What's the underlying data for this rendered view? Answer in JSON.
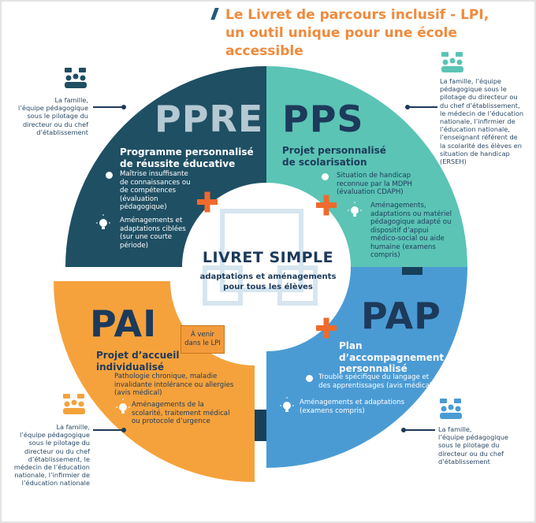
{
  "title": {
    "line1": "Le Livret de parcours inclusif - LPI,",
    "line2": "un outil unique pour une école accessible"
  },
  "colors": {
    "ppre": "#1f4f63",
    "pps": "#5bc4b5",
    "pai": "#f5a23c",
    "pap": "#4a9bd4",
    "plus": "#ef6a2d",
    "title": "#f08a3c"
  },
  "side_notes": {
    "top_left": {
      "icon": "people-discussion-icon",
      "lines": [
        "La famille,",
        "l’équipe pédagogique",
        "sous le pilotage du",
        "directeur ou du chef",
        "d’établissement"
      ]
    },
    "top_right": {
      "icon": "people-discussion-icon",
      "lines": [
        "La famille, l’équipe",
        "pédagogique sous le",
        "pilotage du directeur ou",
        "du chef d’établissement,",
        "le médecin de l’éducation",
        "nationale, l’infirmier de",
        "l’éducation nationale,",
        "l’enseignant référent de",
        "la scolarité des élèves en",
        "situation de handicap",
        "(ERSEH)"
      ]
    },
    "bottom_left": {
      "icon": "people-discussion-icon",
      "lines": [
        "La famille,",
        "l’équipe pédagogique",
        "sous le pilotage du",
        "directeur ou du chef",
        "d’établissement, le",
        "médecin de l’éducation",
        "nationale, l’infirmier de",
        "l’éducation nationale"
      ]
    },
    "bottom_right": {
      "icon": "people-discussion-icon",
      "lines": [
        "La famille,",
        "l’équipe pédagogique",
        "sous le pilotage du",
        "directeur ou du chef",
        "d’établissement"
      ]
    }
  },
  "ppre": {
    "acronym": "PPRE",
    "subtitle": [
      "Programme personnalisé",
      "de réussite éducative"
    ],
    "item1": [
      "Maîtrise insuffisante",
      "de connaissances ou",
      "de compétences",
      "(évaluation",
      "pédagogique)"
    ],
    "item2": [
      "Aménagements et",
      "adaptations ciblées",
      "(sur une courte",
      "période)"
    ]
  },
  "pps": {
    "acronym": "PPS",
    "subtitle": [
      "Projet personnalisé",
      "de scolarisation"
    ],
    "item1": [
      "Situation de handicap",
      "reconnue par la MDPH",
      "(évaluation CDAPH)"
    ],
    "item2": [
      "Aménagements,",
      "adaptations ou matériel",
      "pédagogique adapté ou",
      "dispositif d’appui",
      "médico-social ou aide",
      "humaine (examens",
      "compris)"
    ]
  },
  "pai": {
    "acronym": "PAI",
    "subtitle": [
      "Projet d’accueil",
      "individualisé"
    ],
    "item1": [
      "Pathologie chronique, maladie",
      "invalidante intolérance ou allergies",
      "(avis médical)"
    ],
    "item2": [
      "Aménagements de la",
      "scolarité, traitement médical",
      "ou protocole d’urgence"
    ],
    "badge": [
      "À venir",
      "dans le LPI"
    ]
  },
  "pap": {
    "acronym": "PAP",
    "subtitle": [
      "Plan",
      "d’accompagnement",
      "personnalisé"
    ],
    "item1": [
      "Trouble spécifique du langage et",
      "des apprentissages (avis médical)"
    ],
    "item2": [
      "Aménagements et adaptations",
      "(examens compris)"
    ]
  },
  "center": {
    "title": "LIVRET SIMPLE",
    "subtitle": [
      "adaptations et aménagements",
      "pour tous les élèves"
    ]
  }
}
